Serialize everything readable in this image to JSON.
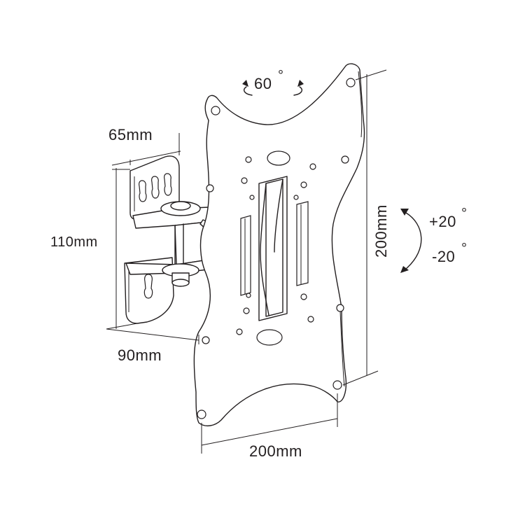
{
  "labels": {
    "rotation": "60",
    "tilt_up": "+20",
    "tilt_down": "-20",
    "degree_symbol": "°",
    "wall_plate_width": "65mm",
    "wall_plate_height": "110mm",
    "arm_extension": "90mm",
    "vesa_horizontal": "200mm",
    "vesa_vertical": "200mm"
  },
  "colors": {
    "line": "#231f20",
    "background": "#ffffff"
  }
}
